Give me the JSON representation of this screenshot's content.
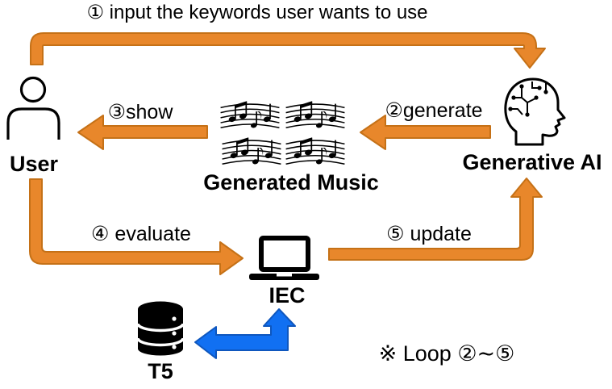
{
  "diagram": {
    "steps": {
      "step1": "① input the keywords user wants to use",
      "step2": "②generate",
      "step3": "③show",
      "step4": "④ evaluate",
      "step5": "⑤ update"
    },
    "nodes": {
      "user": "User",
      "generated_music": "Generated Music",
      "generative_ai": "Generative AI",
      "iec": "IEC",
      "t5": "T5"
    },
    "note": "※ Loop ②∼⑤",
    "flow": [
      {
        "step": "①",
        "action": "input the keywords user wants to use",
        "from": "User",
        "to": "Generative AI"
      },
      {
        "step": "②",
        "action": "generate",
        "from": "Generative AI",
        "to": "Generated Music"
      },
      {
        "step": "③",
        "action": "show",
        "from": "Generated Music",
        "to": "User"
      },
      {
        "step": "④",
        "action": "evaluate",
        "from": "User",
        "to": "IEC"
      },
      {
        "step": "⑤",
        "action": "update",
        "from": "IEC",
        "to": "Generative AI"
      },
      {
        "step": "",
        "action": "data exchange",
        "from": "IEC",
        "to": "T5"
      }
    ],
    "colors": {
      "flow_arrow": "#E8872B",
      "flow_arrow_border": "#C57117",
      "data_arrow": "#1170F2",
      "data_arrow_border": "#0F57BE",
      "icon": "#000000",
      "background": "#FFFFFF"
    }
  }
}
